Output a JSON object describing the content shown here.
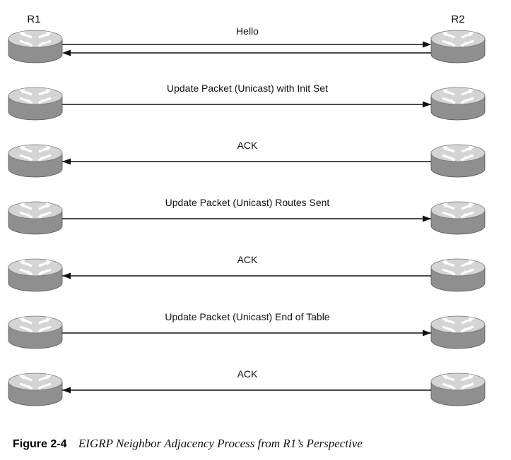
{
  "routers": {
    "left_label": "R1",
    "right_label": "R2"
  },
  "exchanges": [
    {
      "label": "Hello",
      "direction": "both"
    },
    {
      "label": "Update Packet (Unicast) with Init Set",
      "direction": "right"
    },
    {
      "label": "ACK",
      "direction": "left"
    },
    {
      "label": "Update Packet (Unicast) Routes Sent",
      "direction": "right"
    },
    {
      "label": "ACK",
      "direction": "left"
    },
    {
      "label": "Update Packet (Unicast) End of Table",
      "direction": "right"
    },
    {
      "label": "ACK",
      "direction": "left"
    }
  ],
  "caption": {
    "number": "Figure 2-4",
    "text": "EIGRP Neighbor Adjacency Process from R1’s Perspective"
  },
  "colors": {
    "router_top": "#d4d4d4",
    "router_side": "#8f8f8f",
    "router_arrows": "#ffffff",
    "line": "#111111"
  },
  "icons": {
    "router": "router-icon"
  }
}
